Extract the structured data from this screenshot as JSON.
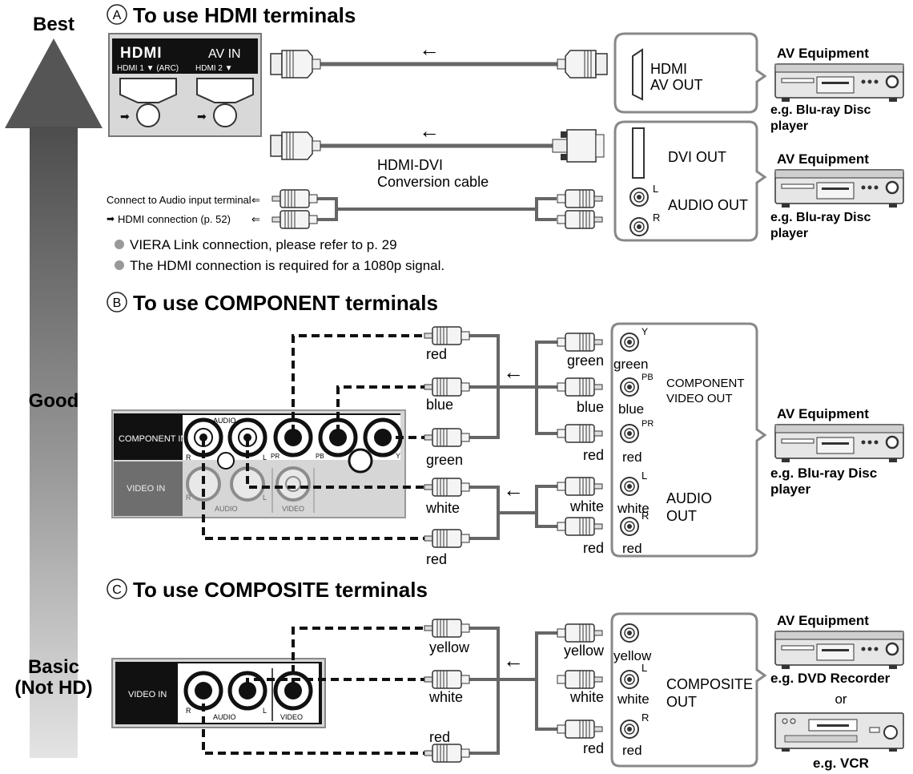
{
  "quality": {
    "best": "Best",
    "good": "Good",
    "basic_1": "Basic",
    "basic_2": "(Not HD)"
  },
  "section_a": {
    "marker": "A",
    "title": "To use HDMI terminals",
    "tv_panel": {
      "brand": "HDMI",
      "av_in": "AV IN",
      "hdmi1": "HDMI 1 ▼ (ARC)",
      "hdmi2": "HDMI 2 ▼"
    },
    "device_box_1": {
      "line1": "HDMI",
      "line2": "AV OUT"
    },
    "device_box_2": {
      "dvi": "DVI OUT",
      "audio": "AUDIO OUT",
      "l": "L",
      "r": "R"
    },
    "conversion": {
      "line1": "HDMI-DVI",
      "line2": "Conversion cable"
    },
    "audio_note_1": "Connect to Audio input terminal",
    "audio_note_2": "HDMI connection (p. 52)",
    "notes": [
      "VIERA Link connection, please refer to p. 29",
      "The HDMI connection is required for a 1080p signal."
    ],
    "equipment": [
      {
        "title": "AV Equipment",
        "example_1": "e.g. Blu-ray Disc",
        "example_2": "player"
      },
      {
        "title": "AV Equipment",
        "example_1": "e.g. Blu-ray Disc",
        "example_2": "player"
      }
    ]
  },
  "section_b": {
    "marker": "B",
    "title": "To use COMPONENT terminals",
    "tv_panel": {
      "component_in": "COMPONENT IN",
      "video_in": "VIDEO IN",
      "audio": "AUDIO",
      "video": "VIDEO",
      "r": "R",
      "l": "L",
      "pr": "PR",
      "pb": "PB",
      "y": "Y"
    },
    "cable_colors_left": [
      "red",
      "blue",
      "green",
      "white",
      "red"
    ],
    "cable_colors_right": [
      "green",
      "blue",
      "red",
      "white",
      "red"
    ],
    "device_jacks": [
      "green",
      "blue",
      "red",
      "white",
      "red"
    ],
    "jack_marks": {
      "y": "Y",
      "pb": "PB",
      "pr": "PR",
      "l": "L",
      "r": "R"
    },
    "video_out_1": "COMPONENT",
    "video_out_2": "VIDEO OUT",
    "audio_out_1": "AUDIO",
    "audio_out_2": "OUT",
    "equipment": {
      "title": "AV Equipment",
      "example_1": "e.g. Blu-ray Disc",
      "example_2": "player"
    }
  },
  "section_c": {
    "marker": "C",
    "title": "To use COMPOSITE terminals",
    "tv_panel": {
      "video_in": "VIDEO IN",
      "audio": "AUDIO",
      "video": "VIDEO",
      "r": "R",
      "l": "L"
    },
    "cable_colors_left": [
      "yellow",
      "white",
      "red"
    ],
    "cable_colors_right": [
      "yellow",
      "white",
      "red"
    ],
    "device_jacks": [
      "yellow",
      "white",
      "red"
    ],
    "jack_marks": {
      "l": "L",
      "r": "R"
    },
    "out_1": "COMPOSITE",
    "out_2": "OUT",
    "equipment": {
      "title": "AV Equipment",
      "example_1": "e.g. DVD Recorder",
      "or": "or",
      "example_2": "e.g. VCR"
    }
  },
  "colors": {
    "arrow_dark": "#555555",
    "arrow_light": "#dddddd",
    "panel_grey": "#d6d6d6",
    "panel_black": "#111111",
    "box_border": "#8a8a8a",
    "cable": "#666666"
  },
  "icons": [
    "arrow-left-icon",
    "circle-marker-icon",
    "bullet-icon",
    "device-icon",
    "vcr-icon",
    "jack-icon",
    "plug-icon"
  ]
}
